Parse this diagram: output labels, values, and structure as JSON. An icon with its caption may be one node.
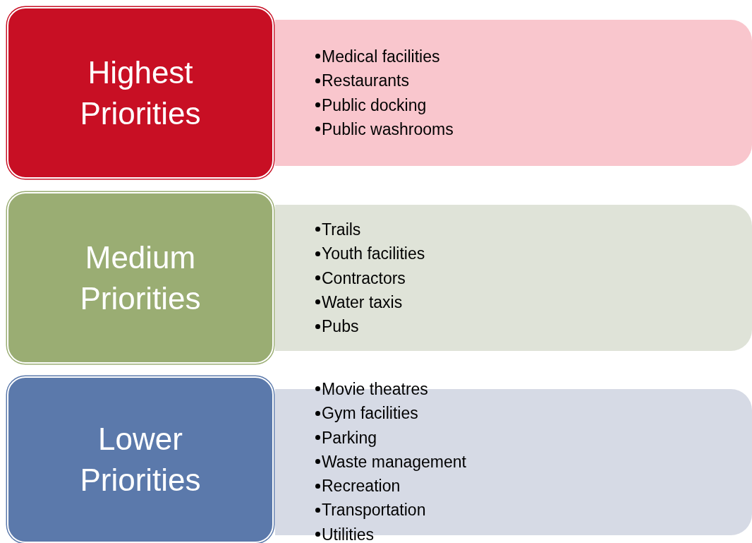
{
  "diagram": {
    "nodes": [
      {
        "text": [
          "Highest Priorities"
        ]
      },
      {
        "text": [
          "Medical facilities",
          "Restaurants",
          "Public docking",
          "Public washrooms"
        ]
      },
      {
        "text": [
          "Medium Priorities"
        ]
      },
      {
        "text": [
          "Trails",
          "Youth facilities",
          "Contractors",
          "Water taxis",
          "Pubs"
        ]
      },
      {
        "text": [
          "Lower Priorities"
        ]
      },
      {
        "text": [
          "Movie theatres",
          "Gym facilities",
          "Parking",
          "Waste management",
          "Recreation",
          "Transportation",
          "Utilities"
        ]
      }
    ]
  }
}
